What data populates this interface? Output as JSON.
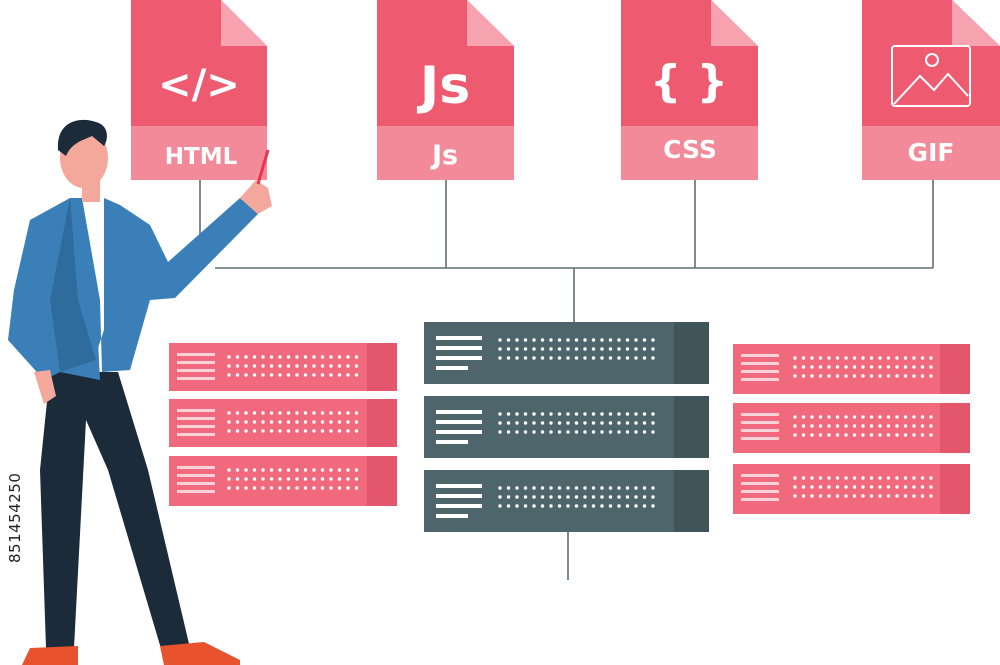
{
  "files": [
    {
      "label": "HTML",
      "symbol": "</>"
    },
    {
      "label": "Js",
      "symbol": "Js"
    },
    {
      "label": "CSS",
      "symbol": "{ }"
    },
    {
      "label": "GIF",
      "icon": "image-icon"
    }
  ],
  "stock_id": "851454250",
  "colors": {
    "file_top": "#ee5b70",
    "file_band": "#f28a99",
    "file_fold": "#f7a3af",
    "server_pink": "#f0697c",
    "server_pink_dark": "#e4566b",
    "server_gray": "#4e666b",
    "server_gray_dark": "#3f5559",
    "connector": "#5f6e72",
    "jacket": "#3a7fb8",
    "pants": "#1c2b3a",
    "shoes": "#e8522c"
  }
}
